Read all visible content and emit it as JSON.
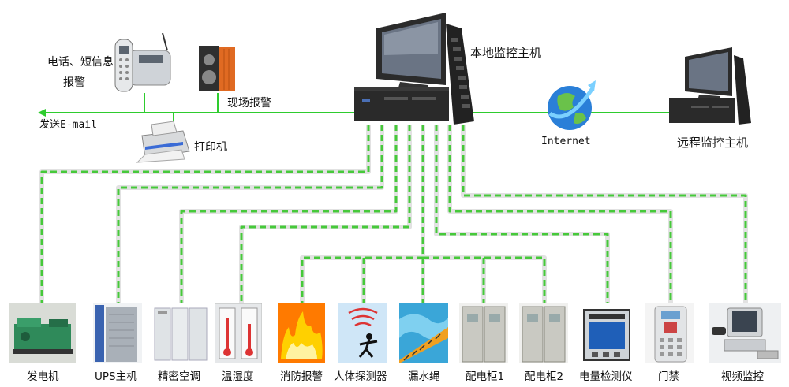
{
  "top": {
    "local_host": "本地监控主机",
    "phone_alarm_line1": "电话、短信息",
    "phone_alarm_line2": "报警",
    "site_alarm": "现场报警",
    "send_email": "发送E-mail",
    "printer": "打印机",
    "internet": "Internet",
    "remote_host": "远程监控主机"
  },
  "devices": [
    {
      "key": "generator",
      "label": "发电机"
    },
    {
      "key": "ups",
      "label": "UPS主机"
    },
    {
      "key": "precision-ac",
      "label": "精密空调"
    },
    {
      "key": "temp-humidity",
      "label": "温湿度"
    },
    {
      "key": "fire-alarm",
      "label": "消防报警"
    },
    {
      "key": "human-detector",
      "label": "人体探测器"
    },
    {
      "key": "leak-rope",
      "label": "漏水绳"
    },
    {
      "key": "cabinet-1",
      "label": "配电柜1"
    },
    {
      "key": "cabinet-2",
      "label": "配电柜2"
    },
    {
      "key": "power-meter",
      "label": "电量检测仪"
    },
    {
      "key": "door-access",
      "label": "门禁"
    },
    {
      "key": "video-monitor",
      "label": "视频监控"
    }
  ],
  "colors": {
    "green_line": "#2ecc2e",
    "dash_green": "#46c93a",
    "pipe_gray": "#e2e2e2"
  }
}
